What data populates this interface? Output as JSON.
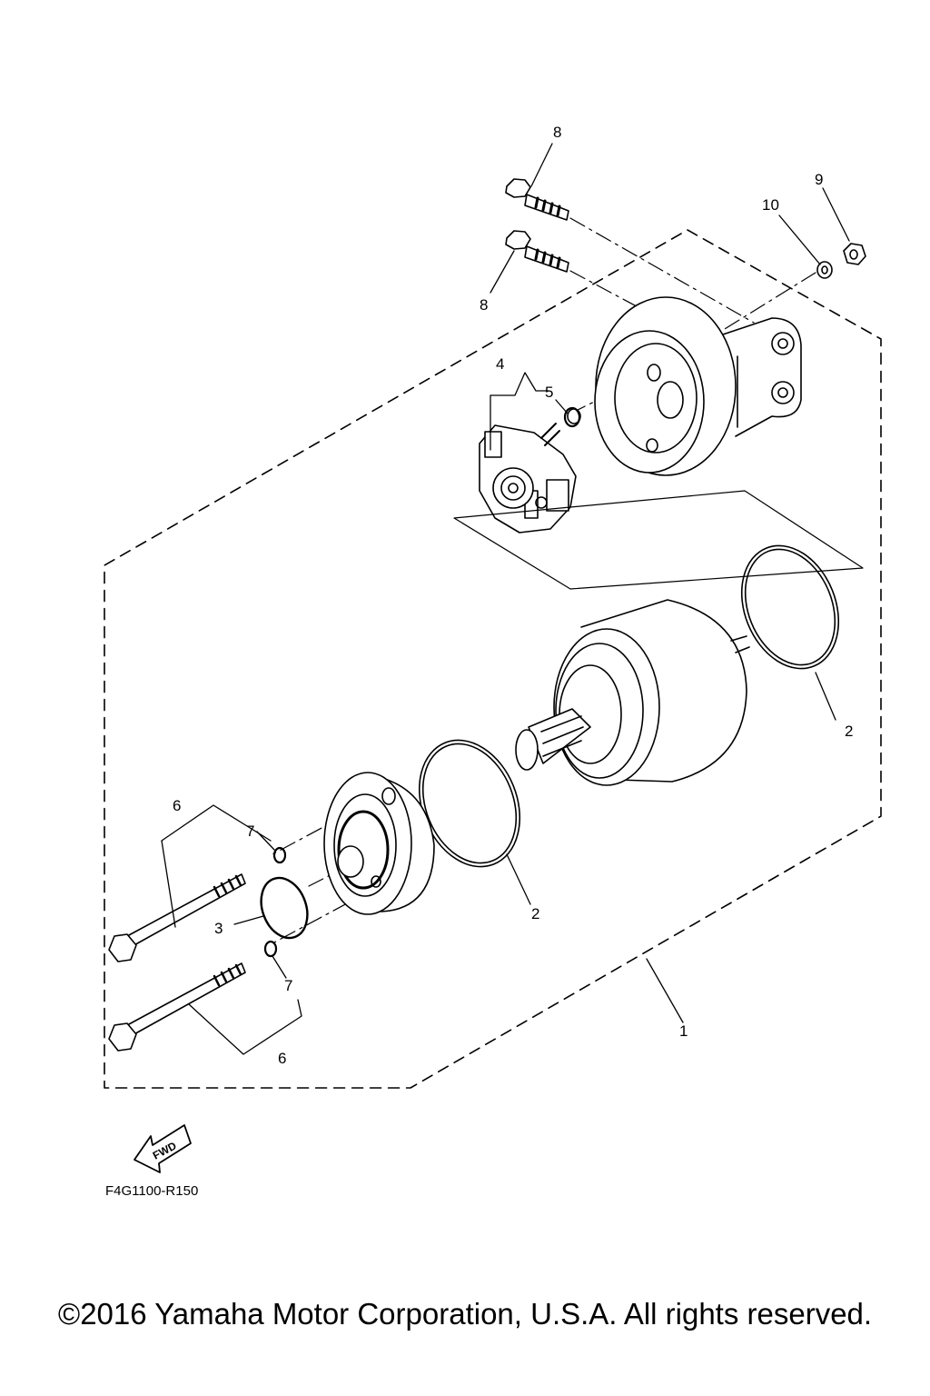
{
  "diagram": {
    "callouts": {
      "p1": "1",
      "p2a": "2",
      "p2b": "2",
      "p3": "3",
      "p4": "4",
      "p5": "5",
      "p6a": "6",
      "p6b": "6",
      "p7a": "7",
      "p7b": "7",
      "p8a": "8",
      "p8b": "8",
      "p9": "9",
      "p10": "10"
    },
    "fwd_label": "FWD",
    "figure_code": "F4G1100-R150"
  },
  "footer": {
    "copyright": "©2016 Yamaha Motor Corporation, U.S.A. All rights reserved."
  }
}
